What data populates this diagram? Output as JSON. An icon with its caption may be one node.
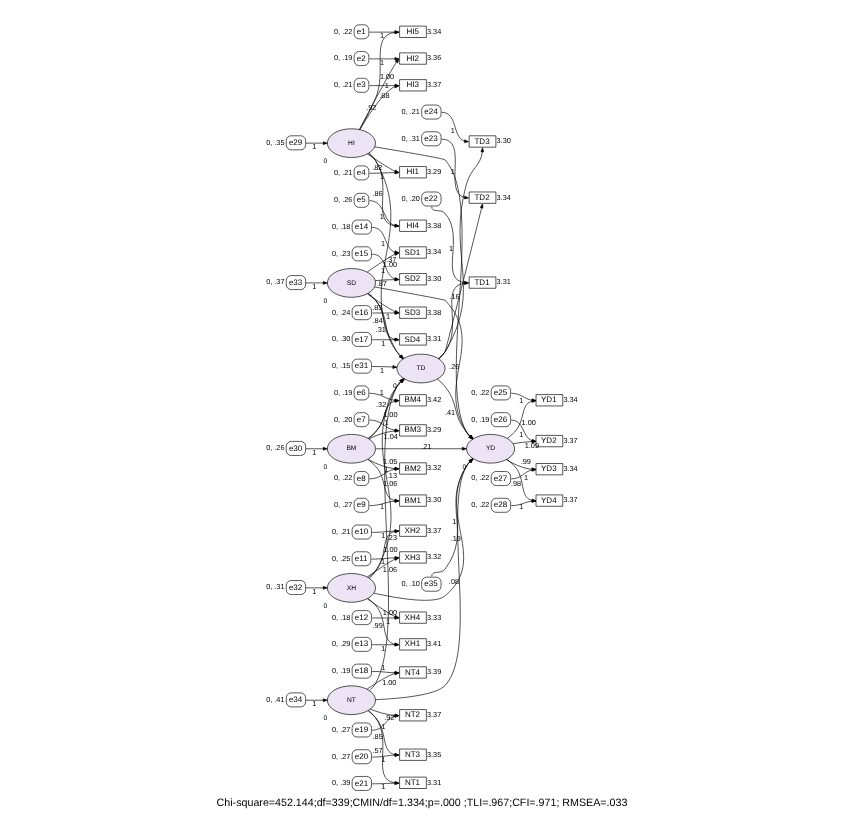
{
  "diagram": {
    "caption": "Chi-square=452.144;df=339;CMIN/df=1.334;p=.000 ;TLI=.967;CFI=.971; RMSEA=.033",
    "nodes": [
      {
        "text": [
          "HI"
        ],
        "beside": [
          "0"
        ]
      },
      {
        "text": [
          "e29"
        ],
        "beside": [
          "0, .35"
        ]
      },
      {
        "text": [
          "HI5"
        ],
        "beside": [
          "3.34"
        ]
      },
      {
        "text": [
          "HI2"
        ],
        "beside": [
          "3.36"
        ]
      },
      {
        "text": [
          "HI3"
        ],
        "beside": [
          "3.37"
        ]
      },
      {
        "text": [
          "HI1"
        ],
        "beside": [
          "3.29"
        ]
      },
      {
        "text": [
          "HI4"
        ],
        "beside": [
          "3.38"
        ]
      },
      {
        "text": [
          "e1"
        ],
        "beside": [
          "0, .22"
        ]
      },
      {
        "text": [
          "e2"
        ],
        "beside": [
          "0, .19"
        ]
      },
      {
        "text": [
          "e3"
        ],
        "beside": [
          "0, .21"
        ]
      },
      {
        "text": [
          "e4"
        ],
        "beside": [
          "0, .21"
        ]
      },
      {
        "text": [
          "e5"
        ],
        "beside": [
          "0, .26"
        ]
      },
      {
        "text": [
          "SD"
        ],
        "beside": [
          "0"
        ]
      },
      {
        "text": [
          "e33"
        ],
        "beside": [
          "0, .37"
        ]
      },
      {
        "text": [
          "SD1"
        ],
        "beside": [
          "3.34"
        ]
      },
      {
        "text": [
          "SD2"
        ],
        "beside": [
          "3.30"
        ]
      },
      {
        "text": [
          "SD3"
        ],
        "beside": [
          "3.38"
        ]
      },
      {
        "text": [
          "SD4"
        ],
        "beside": [
          "3.31"
        ]
      },
      {
        "text": [
          "e14"
        ],
        "beside": [
          "0, .18"
        ]
      },
      {
        "text": [
          "e15"
        ],
        "beside": [
          "0, .23"
        ]
      },
      {
        "text": [
          "e16"
        ],
        "beside": [
          "0, .24"
        ]
      },
      {
        "text": [
          "e17"
        ],
        "beside": [
          "0, .30"
        ]
      },
      {
        "text": [
          "BM"
        ],
        "beside": [
          "0"
        ]
      },
      {
        "text": [
          "e30"
        ],
        "beside": [
          "0, .26"
        ]
      },
      {
        "text": [
          "BM4"
        ],
        "beside": [
          "3.42"
        ]
      },
      {
        "text": [
          "BM3"
        ],
        "beside": [
          "3.29"
        ]
      },
      {
        "text": [
          "BM2"
        ],
        "beside": [
          "3.32"
        ]
      },
      {
        "text": [
          "BM1"
        ],
        "beside": [
          "3.30"
        ]
      },
      {
        "text": [
          "e6"
        ],
        "beside": [
          "0, .19"
        ]
      },
      {
        "text": [
          "e7"
        ],
        "beside": [
          "0, .20"
        ]
      },
      {
        "text": [
          "e8"
        ],
        "beside": [
          "0, .22"
        ]
      },
      {
        "text": [
          "e9"
        ],
        "beside": [
          "0, .27"
        ]
      },
      {
        "text": [
          "XH"
        ],
        "beside": [
          "0"
        ]
      },
      {
        "text": [
          "e32"
        ],
        "beside": [
          "0, .31"
        ]
      },
      {
        "text": [
          "XH2"
        ],
        "beside": [
          "3.37"
        ]
      },
      {
        "text": [
          "XH3"
        ],
        "beside": [
          "3.32"
        ]
      },
      {
        "text": [
          "XH4"
        ],
        "beside": [
          "3.33"
        ]
      },
      {
        "text": [
          "XH1"
        ],
        "beside": [
          "3.41"
        ]
      },
      {
        "text": [
          "e10"
        ],
        "beside": [
          "0, .21"
        ]
      },
      {
        "text": [
          "e11"
        ],
        "beside": [
          "0, .25"
        ]
      },
      {
        "text": [
          "e12"
        ],
        "beside": [
          "0, .18"
        ]
      },
      {
        "text": [
          "e13"
        ],
        "beside": [
          "0, .29"
        ]
      },
      {
        "text": [
          "NT"
        ],
        "beside": [
          "0"
        ]
      },
      {
        "text": [
          "e34"
        ],
        "beside": [
          "0, .41"
        ]
      },
      {
        "text": [
          "NT4"
        ],
        "beside": [
          "3.39"
        ]
      },
      {
        "text": [
          "NT2"
        ],
        "beside": [
          "3.37"
        ]
      },
      {
        "text": [
          "NT3"
        ],
        "beside": [
          "3.35"
        ]
      },
      {
        "text": [
          "NT1"
        ],
        "beside": [
          "3.31"
        ]
      },
      {
        "text": [
          "e18"
        ],
        "beside": [
          "0, .19"
        ]
      },
      {
        "text": [
          "e19"
        ],
        "beside": [
          "0, .27"
        ]
      },
      {
        "text": [
          "e20"
        ],
        "beside": [
          "0, .27"
        ]
      },
      {
        "text": [
          "e21"
        ],
        "beside": [
          "0, .39"
        ]
      },
      {
        "text": [
          "TD"
        ],
        "beside": [
          "0"
        ]
      },
      {
        "text": [
          "e31"
        ],
        "beside": [
          "0, .15"
        ]
      },
      {
        "text": [
          "TD3"
        ],
        "beside": [
          "3.30"
        ]
      },
      {
        "text": [
          "TD2"
        ],
        "beside": [
          "3.34"
        ]
      },
      {
        "text": [
          "TD1"
        ],
        "beside": [
          "3.31"
        ]
      },
      {
        "text": [
          "e24"
        ],
        "beside": [
          "0, .21"
        ]
      },
      {
        "text": [
          "e23"
        ],
        "beside": [
          "0, .31"
        ]
      },
      {
        "text": [
          "e22"
        ],
        "beside": [
          "0, .20"
        ]
      },
      {
        "text": [
          "YD"
        ],
        "beside": [
          "0"
        ]
      },
      {
        "text": [
          "e35"
        ],
        "beside": [
          "0, .10"
        ]
      },
      {
        "text": [
          "YD1"
        ],
        "beside": [
          "3.34"
        ]
      },
      {
        "text": [
          "YD2"
        ],
        "beside": [
          "3.37"
        ]
      },
      {
        "text": [
          "YD3"
        ],
        "beside": [
          "3.34"
        ]
      },
      {
        "text": [
          "YD4"
        ],
        "beside": [
          "3.37"
        ]
      },
      {
        "text": [
          "e25"
        ],
        "beside": [
          "0, .22"
        ]
      },
      {
        "text": [
          "e26"
        ],
        "beside": [
          "0, .19"
        ]
      },
      {
        "text": [
          "e27"
        ],
        "beside": [
          "0, .22"
        ]
      },
      {
        "text": [
          "e28"
        ],
        "beside": [
          "0, .22"
        ]
      }
    ],
    "edges": [
      {
        "from": 1,
        "to": 0,
        "arrow": "to",
        "label": "1"
      },
      {
        "from": 0,
        "to": 2,
        "arrow": "to",
        "label": "1.00"
      },
      {
        "from": 0,
        "to": 3,
        "arrow": "to",
        "label": ".88"
      },
      {
        "from": 0,
        "to": 4,
        "arrow": "to",
        "label": ".92"
      },
      {
        "from": 0,
        "to": 5,
        "arrow": "to",
        "label": ".82"
      },
      {
        "from": 0,
        "to": 6,
        "arrow": "to",
        "label": ".86"
      },
      {
        "from": 7,
        "to": 2,
        "arrow": "to",
        "label": "1"
      },
      {
        "from": 8,
        "to": 3,
        "arrow": "to",
        "label": "1"
      },
      {
        "from": 9,
        "to": 4,
        "arrow": "to",
        "label": "1"
      },
      {
        "from": 10,
        "to": 5,
        "arrow": "to",
        "label": "1"
      },
      {
        "from": 11,
        "to": 6,
        "arrow": "to",
        "label": "1"
      },
      {
        "from": 13,
        "to": 12,
        "arrow": "to",
        "label": "1"
      },
      {
        "from": 12,
        "to": 14,
        "arrow": "to",
        "label": "1.00"
      },
      {
        "from": 12,
        "to": 15,
        "arrow": "to",
        "label": ".87"
      },
      {
        "from": 12,
        "to": 16,
        "arrow": "to",
        "label": ".83"
      },
      {
        "from": 12,
        "to": 17,
        "arrow": "to",
        "label": ".84"
      },
      {
        "from": 18,
        "to": 14,
        "arrow": "to",
        "label": "1"
      },
      {
        "from": 19,
        "to": 15,
        "arrow": "to",
        "label": "1"
      },
      {
        "from": 20,
        "to": 16,
        "arrow": "to",
        "label": "1"
      },
      {
        "from": 21,
        "to": 17,
        "arrow": "to",
        "label": "1"
      },
      {
        "from": 23,
        "to": 22,
        "arrow": "to",
        "label": "1"
      },
      {
        "from": 22,
        "to": 24,
        "arrow": "to",
        "label": "1.00"
      },
      {
        "from": 22,
        "to": 25,
        "arrow": "to",
        "label": "1.04"
      },
      {
        "from": 22,
        "to": 26,
        "arrow": "to",
        "label": "1.05"
      },
      {
        "from": 22,
        "to": 27,
        "arrow": "to",
        "label": "1.06"
      },
      {
        "from": 28,
        "to": 24,
        "arrow": "to",
        "label": "1"
      },
      {
        "from": 29,
        "to": 25,
        "arrow": "to",
        "label": "1"
      },
      {
        "from": 30,
        "to": 26,
        "arrow": "to",
        "label": "1"
      },
      {
        "from": 31,
        "to": 27,
        "arrow": "to",
        "label": "1"
      },
      {
        "from": 33,
        "to": 32,
        "arrow": "to",
        "label": "1"
      },
      {
        "from": 32,
        "to": 34,
        "arrow": "to",
        "label": "1.00"
      },
      {
        "from": 32,
        "to": 35,
        "arrow": "to",
        "label": "1.06"
      },
      {
        "from": 32,
        "to": 36,
        "arrow": "to",
        "label": "1.00"
      },
      {
        "from": 32,
        "to": 37,
        "arrow": "to",
        "label": ".99"
      },
      {
        "from": 38,
        "to": 34,
        "arrow": "to",
        "label": "1"
      },
      {
        "from": 39,
        "to": 35,
        "arrow": "to",
        "label": "1"
      },
      {
        "from": 40,
        "to": 36,
        "arrow": "to",
        "label": "1"
      },
      {
        "from": 41,
        "to": 37,
        "arrow": "to",
        "label": "1"
      },
      {
        "from": 43,
        "to": 42,
        "arrow": "to",
        "label": "1"
      },
      {
        "from": 42,
        "to": 44,
        "arrow": "to",
        "label": "1.00"
      },
      {
        "from": 42,
        "to": 45,
        "arrow": "to",
        "label": ".92"
      },
      {
        "from": 42,
        "to": 46,
        "arrow": "to",
        "label": ".85"
      },
      {
        "from": 42,
        "to": 47,
        "arrow": "to",
        "label": ".57"
      },
      {
        "from": 48,
        "to": 44,
        "arrow": "to",
        "label": "1"
      },
      {
        "from": 49,
        "to": 45,
        "arrow": "to",
        "label": "1"
      },
      {
        "from": 50,
        "to": 46,
        "arrow": "to",
        "label": "1"
      },
      {
        "from": 51,
        "to": 47,
        "arrow": "to",
        "label": "1"
      },
      {
        "from": 53,
        "to": 52,
        "arrow": "to",
        "label": "1"
      },
      {
        "from": 52,
        "to": 54,
        "arrow": "to"
      },
      {
        "from": 52,
        "to": 55,
        "arrow": "to"
      },
      {
        "from": 52,
        "to": 56,
        "arrow": "to"
      },
      {
        "from": 57,
        "to": 54,
        "arrow": "to",
        "label": "1"
      },
      {
        "from": 58,
        "to": 55,
        "arrow": "to",
        "label": "1"
      },
      {
        "from": 59,
        "to": 56,
        "arrow": "to",
        "label": "1"
      },
      {
        "from": 61,
        "to": 60,
        "arrow": "to",
        "label": "1"
      },
      {
        "from": 60,
        "to": 62,
        "arrow": "to",
        "label": "1.00"
      },
      {
        "from": 60,
        "to": 63,
        "arrow": "to",
        "label": "1.09"
      },
      {
        "from": 60,
        "to": 64,
        "arrow": "to",
        "label": ".99"
      },
      {
        "from": 60,
        "to": 65,
        "arrow": "to",
        "label": ".98"
      },
      {
        "from": 66,
        "to": 62,
        "arrow": "to",
        "label": "1"
      },
      {
        "from": 67,
        "to": 63,
        "arrow": "to",
        "label": "1"
      },
      {
        "from": 68,
        "to": 64,
        "arrow": "to",
        "label": "1"
      },
      {
        "from": 69,
        "to": 65,
        "arrow": "to",
        "label": "1"
      },
      {
        "from": 0,
        "to": 52,
        "arrow": "to",
        "label": ".37"
      },
      {
        "from": 12,
        "to": 52,
        "arrow": "to",
        "label": ".31"
      },
      {
        "from": 22,
        "to": 52,
        "arrow": "to",
        "label": ".32"
      },
      {
        "from": 32,
        "to": 52,
        "arrow": "to",
        "label": ".13"
      },
      {
        "from": 42,
        "to": 52,
        "arrow": "to",
        "label": ".23"
      },
      {
        "from": 0,
        "to": 60,
        "arrow": "to",
        "label": ".16"
      },
      {
        "from": 12,
        "to": 60,
        "arrow": "to",
        "label": ".26"
      },
      {
        "from": 22,
        "to": 60,
        "arrow": "to",
        "label": ".21"
      },
      {
        "from": 32,
        "to": 60,
        "arrow": "to",
        "label": ".19"
      },
      {
        "from": 42,
        "to": 60,
        "arrow": "to",
        "label": ".08"
      },
      {
        "from": 52,
        "to": 60,
        "arrow": "to",
        "label": ".41"
      }
    ]
  }
}
